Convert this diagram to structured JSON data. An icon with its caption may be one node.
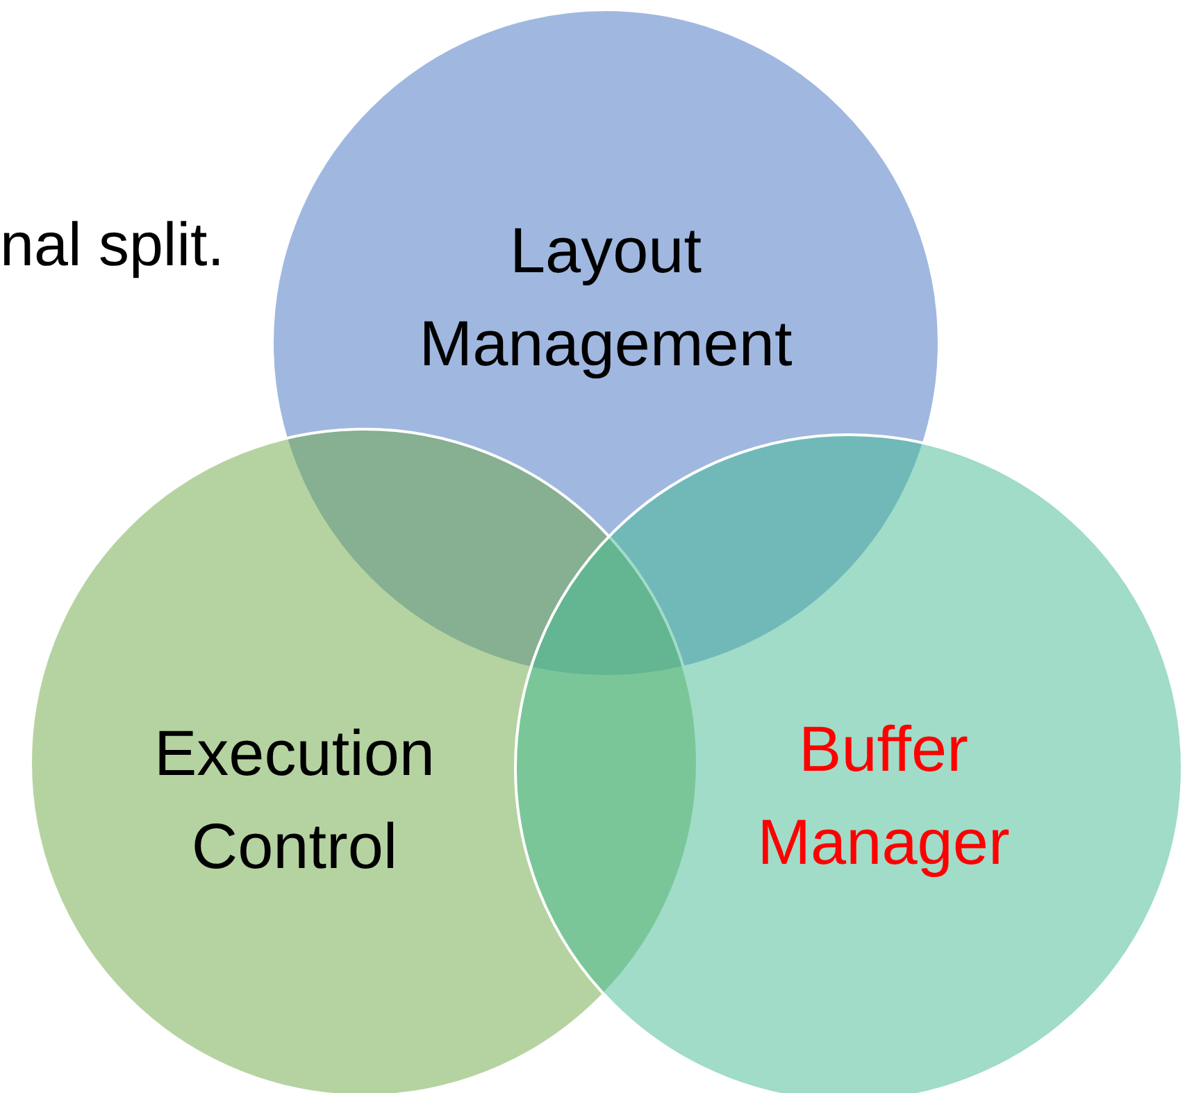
{
  "diagram": {
    "nodes": [
      {
        "text": [
          "Layout Management"
        ]
      },
      {
        "text": [
          "Execution Control"
        ]
      },
      {
        "text": [
          "Buffer Manager"
        ]
      }
    ],
    "labels": [
      "nal split."
    ]
  }
}
